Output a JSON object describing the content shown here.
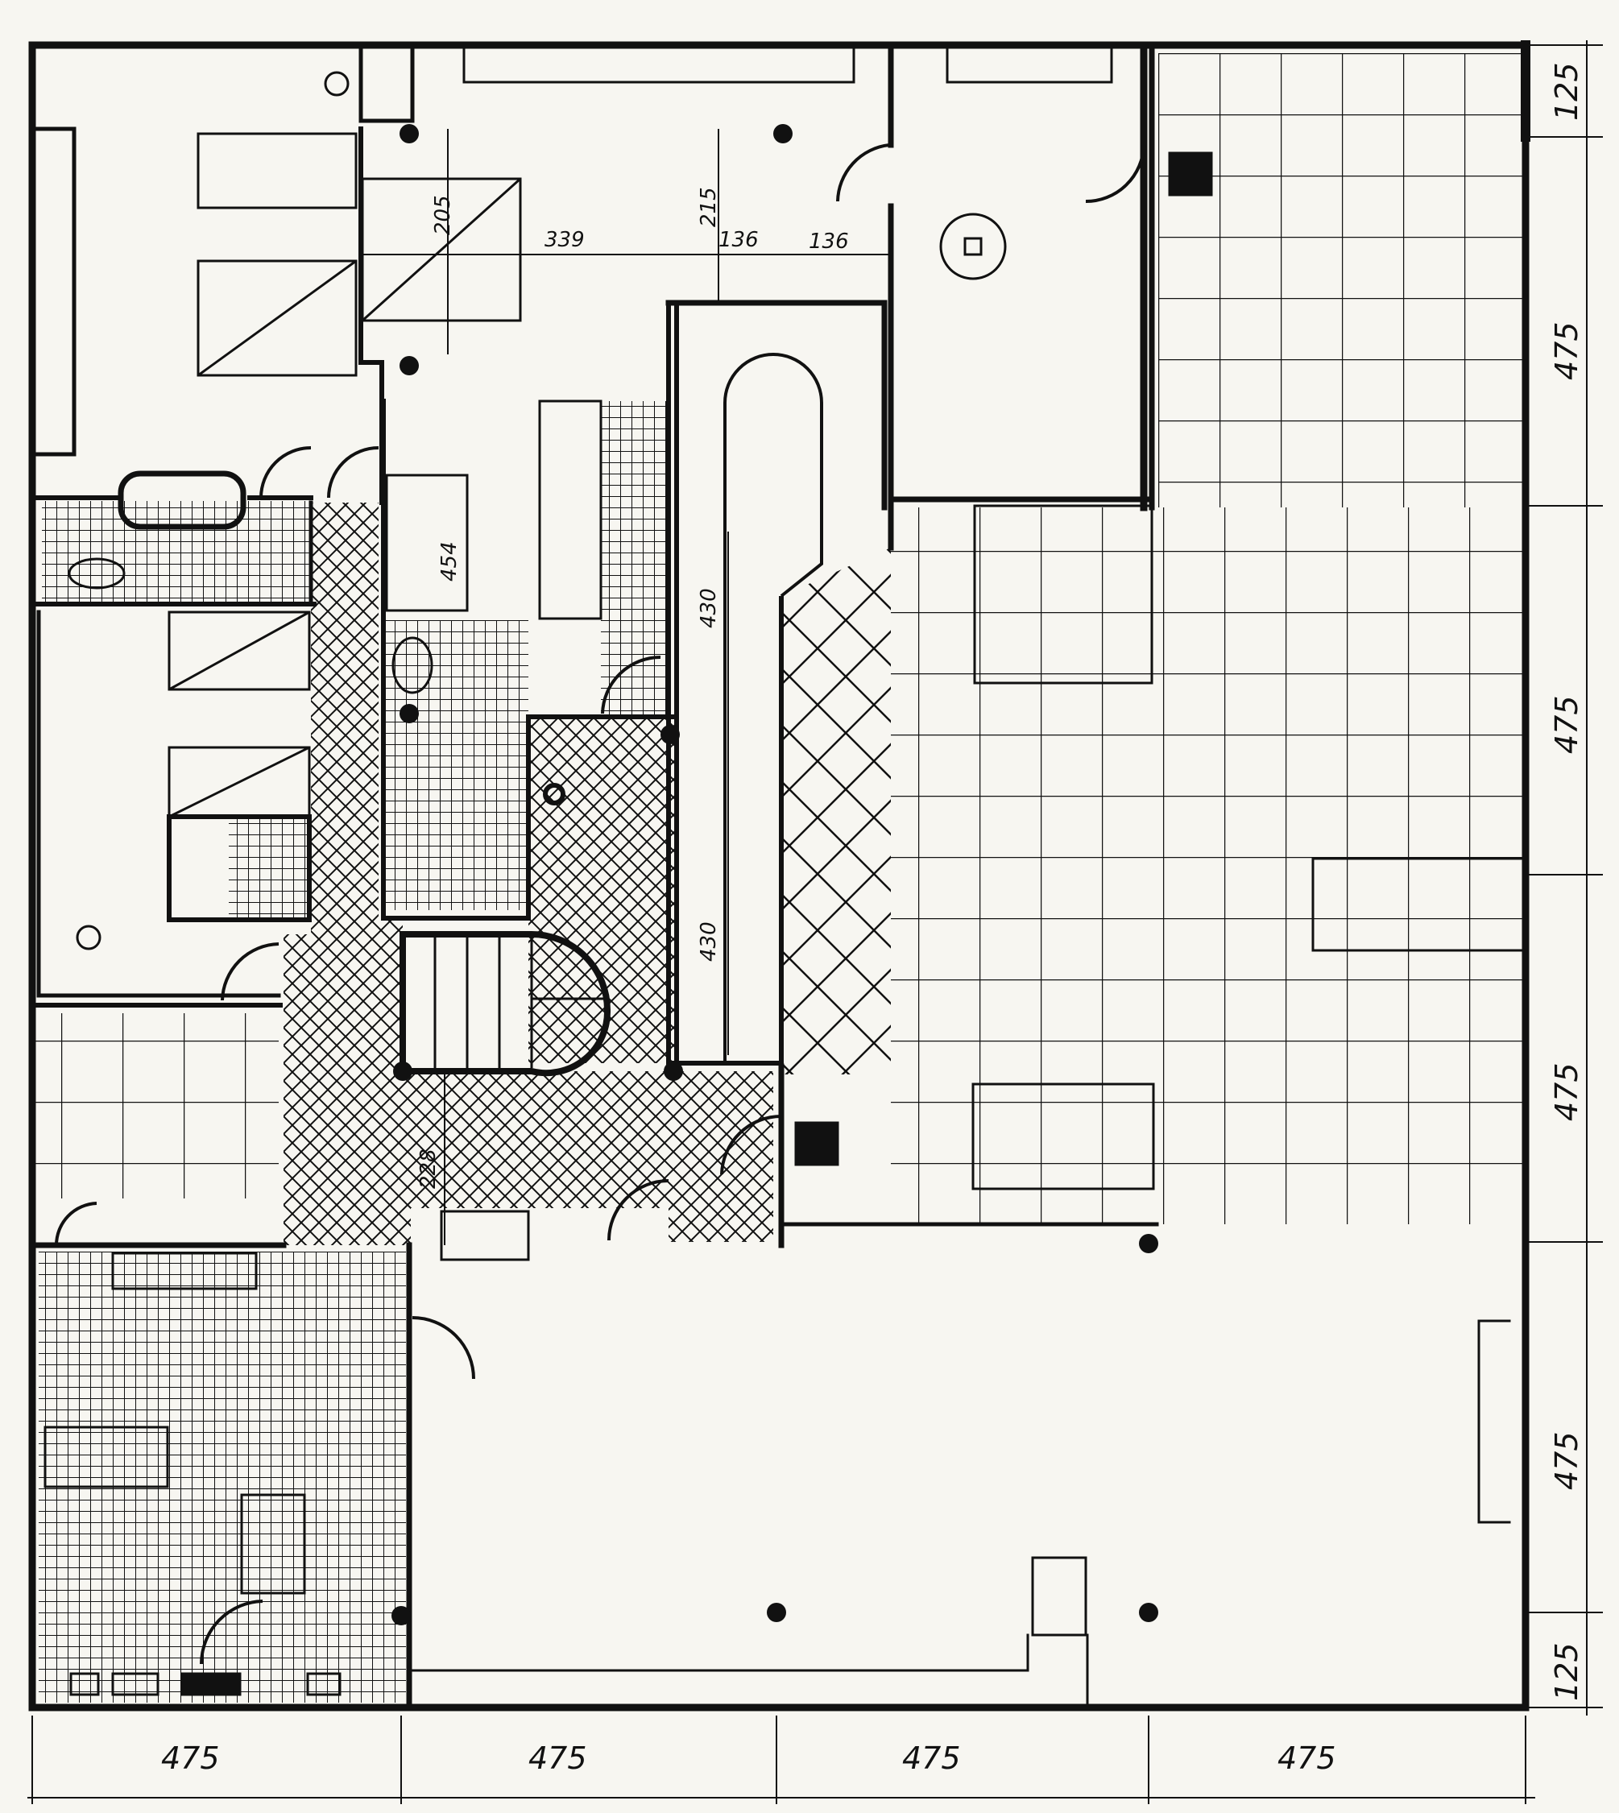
{
  "drawing": {
    "ink_color": "#111111",
    "paper_color": "#f7f6f1",
    "dimensions": {
      "bottom_1": "475",
      "bottom_2": "475",
      "bottom_3": "475",
      "bottom_4": "475",
      "right_1": "125",
      "right_2": "475",
      "right_3": "475",
      "right_4": "475",
      "right_5": "475",
      "right_6": "125",
      "interior_205": "205",
      "interior_339": "339",
      "interior_215": "215",
      "interior_136a": "136",
      "interior_136b": "136",
      "interior_454": "454",
      "interior_430a": "430",
      "interior_430b": "430",
      "interior_228": "228"
    }
  }
}
